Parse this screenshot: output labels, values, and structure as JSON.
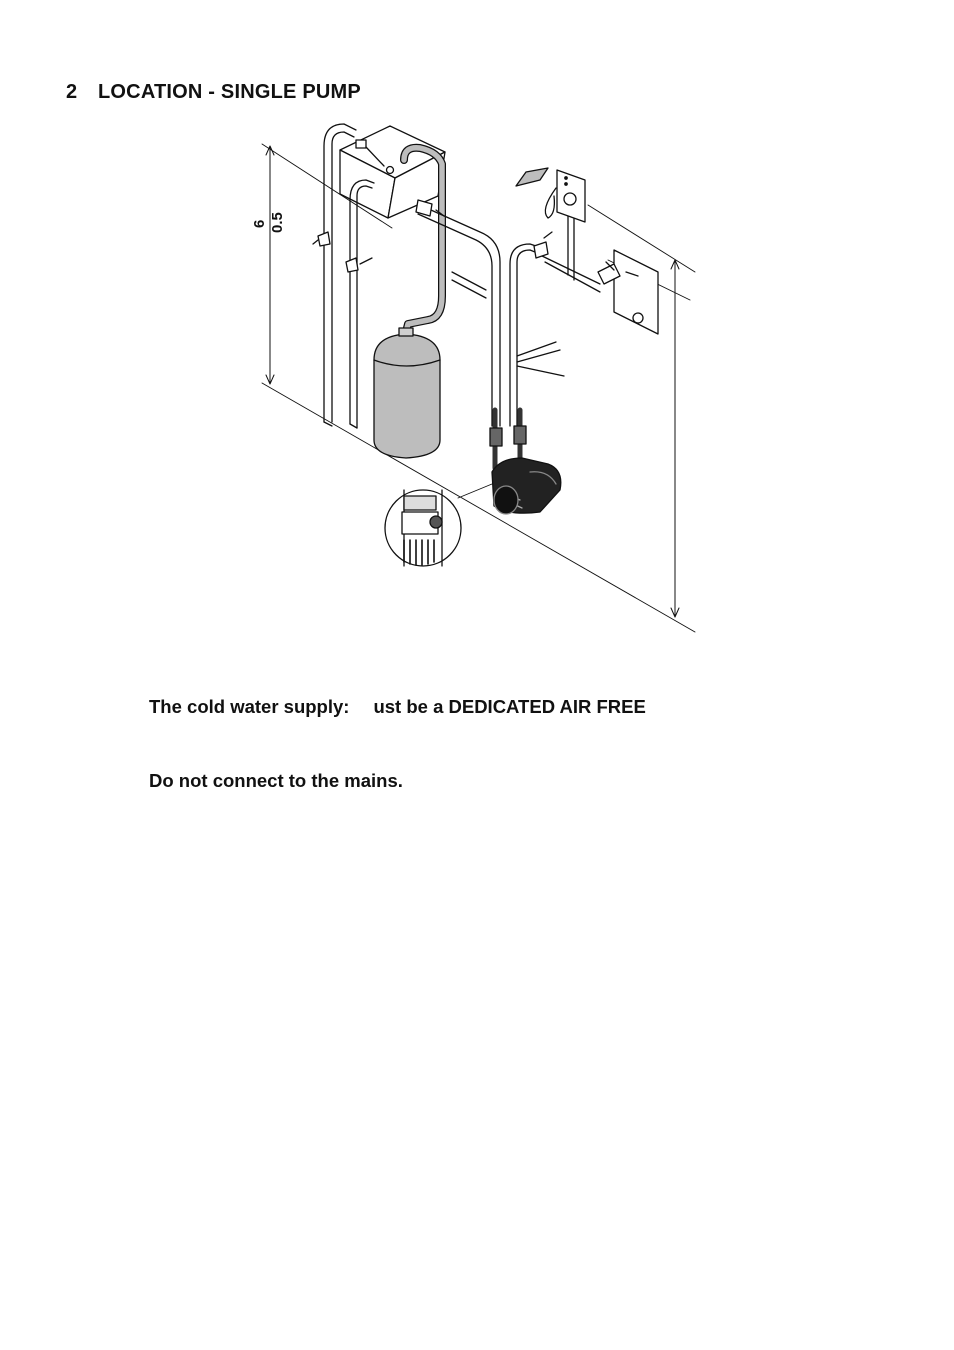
{
  "section": {
    "number": "2",
    "title": "LOCATION - SINGLE PUMP"
  },
  "figure": {
    "dimension_labels": [
      "6",
      "0.5"
    ]
  },
  "notes": {
    "supply_label": "The cold water supply:",
    "supply_text": "ust be a DEDICATED AIR FREE",
    "mains_warning": "Do not connect to the mains."
  }
}
